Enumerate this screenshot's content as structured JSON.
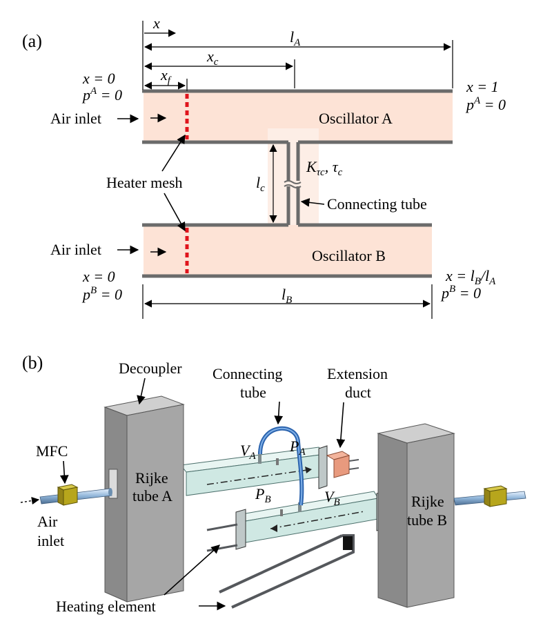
{
  "panel_a": {
    "tag": "(a)",
    "dim_x": "x",
    "dim_lA_base": "l",
    "dim_lA_sub": "A",
    "dim_xc_base": "x",
    "dim_xc_sub": "c",
    "dim_xf_base": "x",
    "dim_xf_sub": "f",
    "bc_a_left_1": "x  = 0",
    "bc_a_left_2_base": "p",
    "bc_a_left_2_sup": "A",
    "bc_a_left_2_tail": " = 0",
    "bc_a_right_1": "x  = 1",
    "bc_a_right_2_base": "p",
    "bc_a_right_2_sup": "A",
    "bc_a_right_2_tail": " = 0",
    "air_inlet_a": "Air inlet",
    "oscillator_a": "Oscillator A",
    "heater_mesh": "Heater mesh",
    "lc_base": "l",
    "lc_sub": "c",
    "k_base": "K",
    "k_sub": "τc",
    "tau_base": ", τ",
    "tau_sub": "c",
    "connecting_tube": "Connecting tube",
    "air_inlet_b": "Air inlet",
    "oscillator_b": "Oscillator B",
    "bc_b_left_1": "x  = 0",
    "bc_b_left_2_base": "p",
    "bc_b_left_2_sup": "B",
    "bc_b_left_2_tail": " = 0",
    "bc_b_right_1_pre": "x  = l",
    "bc_b_right_1_sub1": "B",
    "bc_b_right_1_mid": "/l",
    "bc_b_right_1_sub2": "A",
    "bc_b_right_2_base": "p",
    "bc_b_right_2_sup": "B",
    "bc_b_right_2_tail": " = 0",
    "dim_lB_base": "l",
    "dim_lB_sub": "B"
  },
  "panel_b": {
    "tag": "(b)",
    "decoupler": "Decoupler",
    "connecting_1": "Connecting",
    "connecting_2": "tube",
    "extension_1": "Extension",
    "extension_2": "duct",
    "mfc": "MFC",
    "va_base": "V",
    "va_sub": "A",
    "pa_base": "P",
    "pa_sub": "A",
    "pb_base": "P",
    "pb_sub": "B",
    "vb_base": "V",
    "vb_sub": "B",
    "rijke_a_1": "Rijke",
    "rijke_a_2": "tube A",
    "rijke_b_1": "Rijke",
    "rijke_b_2": "tube B",
    "air_1": "Air",
    "air_2": "inlet",
    "heating_element": "Heating element"
  },
  "colors": {
    "duct_fill": "#fde3d6",
    "heater": "#e0141c",
    "wall": "#6b6b6b",
    "tube_fill": "#d5ece8",
    "block_front": "#a6a6a6",
    "block_top": "#cfcfcf",
    "block_side": "#8a8a8a",
    "connector": "#3d7cc9",
    "extension": "#e89a7e",
    "mfc": "#b7a61c"
  }
}
